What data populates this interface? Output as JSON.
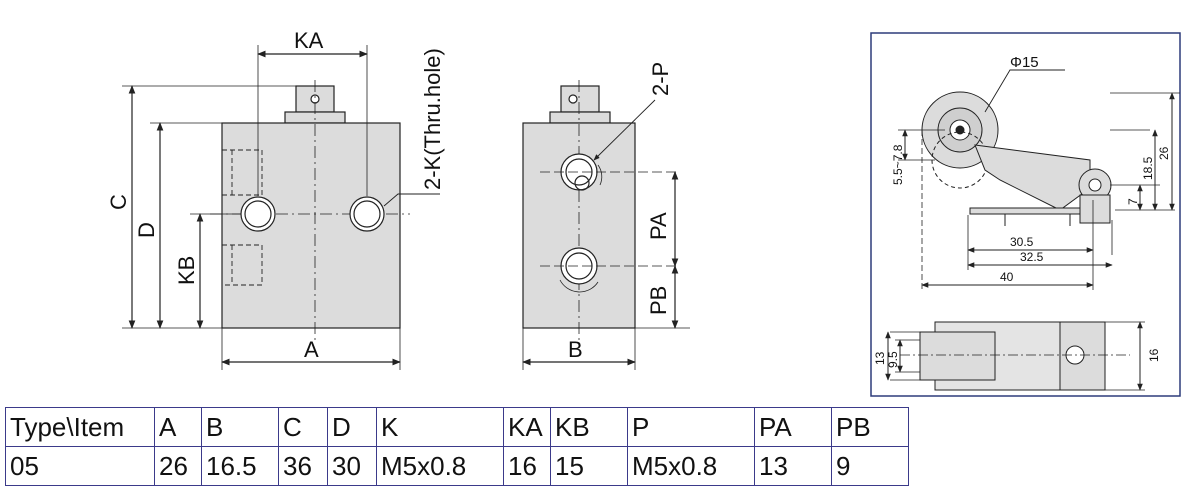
{
  "front_view": {
    "labels": {
      "KA": "KA",
      "C": "C",
      "D": "D",
      "KB": "KB",
      "A": "A",
      "K_note": "2-K(Thru.hole)"
    }
  },
  "side_view": {
    "labels": {
      "P_note": "2-P",
      "PA": "PA",
      "PB": "PB",
      "B": "B"
    }
  },
  "roller_detail": {
    "labels": {
      "phi": "Φ15",
      "range": "5.5~7.8",
      "d26": "26",
      "d18_5": "18.5",
      "d7": "7",
      "d30_5": "30.5",
      "d32_5": "32.5",
      "d40": "40",
      "d13": "13",
      "d9_5": "9.5",
      "d16": "16"
    }
  },
  "spec_table": {
    "columns": [
      "Type\\Item",
      "A",
      "B",
      "C",
      "D",
      "K",
      "KA",
      "KB",
      "P",
      "PA",
      "PB"
    ],
    "rows": [
      [
        "05",
        "26",
        "16.5",
        "36",
        "30",
        "M5x0.8",
        "16",
        "15",
        "M5x0.8",
        "13",
        "9"
      ]
    ]
  },
  "colors": {
    "body_fill": "#dcdcdc",
    "line": "#222222",
    "table_border": "#3b3a8a",
    "detail_border": "#2d3b7a"
  }
}
